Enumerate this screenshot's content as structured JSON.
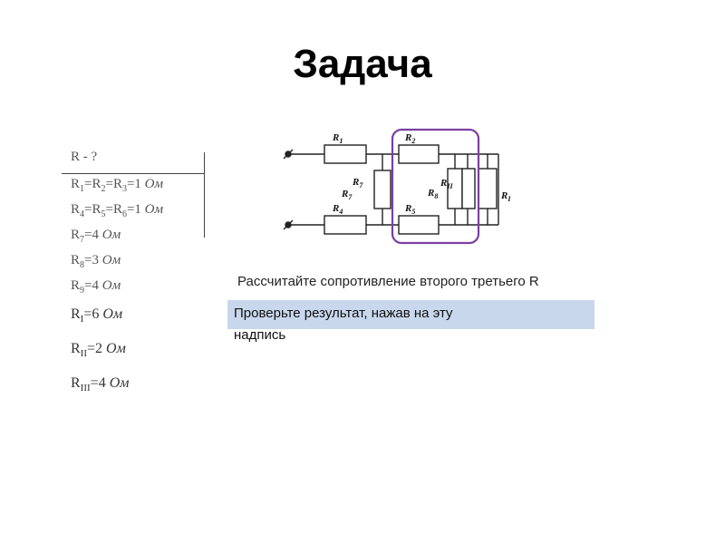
{
  "title": "Задача",
  "given": {
    "unknown": "R - ?",
    "r123": {
      "a": "R",
      "s1": "1",
      "b": "=R",
      "s2": "2",
      "c": "=R",
      "s3": "3",
      "val": "=1 ",
      "unit": "Ом"
    },
    "r456": {
      "a": "R",
      "s1": "4",
      "b": "=R",
      "s2": "5",
      "c": "=R",
      "s3": "6",
      "val": "=1 ",
      "unit": "Ом"
    },
    "r7": {
      "a": "R",
      "s": "7",
      "val": "=4 ",
      "unit": "Ом"
    },
    "r8": {
      "a": "R",
      "s": "8",
      "val": "=3 ",
      "unit": "Ом"
    },
    "r9": {
      "a": "R",
      "s": "9",
      "val": "=4 ",
      "unit": "Ом"
    }
  },
  "answers": {
    "rI": {
      "a": "R",
      "s": "I",
      "val": "=6 ",
      "unit": "Ом"
    },
    "rII": {
      "a": "R",
      "s": "II",
      "val": "=2 ",
      "unit": "Ом"
    },
    "rIII": {
      "a": "R",
      "s": "III",
      "val": "=4 ",
      "unit": "Ом"
    }
  },
  "circuit": {
    "labels": {
      "r1": {
        "main": "R",
        "sub": "1"
      },
      "r2": {
        "main": "R",
        "sub": "2"
      },
      "r4": {
        "main": "R",
        "sub": "4"
      },
      "r5": {
        "main": "R",
        "sub": "5"
      },
      "r7a": {
        "main": "R",
        "sub": "7"
      },
      "r7b": {
        "main": "R",
        "sub": "7"
      },
      "r8": {
        "main": "R",
        "sub": "8"
      },
      "rII": {
        "main": "R",
        "sub": "II"
      },
      "rI": {
        "main": "R",
        "sub": "I"
      }
    },
    "highlight_color": "#7b3fa0"
  },
  "task_text": "Рассчитайте сопротивление второго третьего R",
  "check": {
    "line1": "Проверьте результат, нажав на эту",
    "line2": "надпись"
  }
}
